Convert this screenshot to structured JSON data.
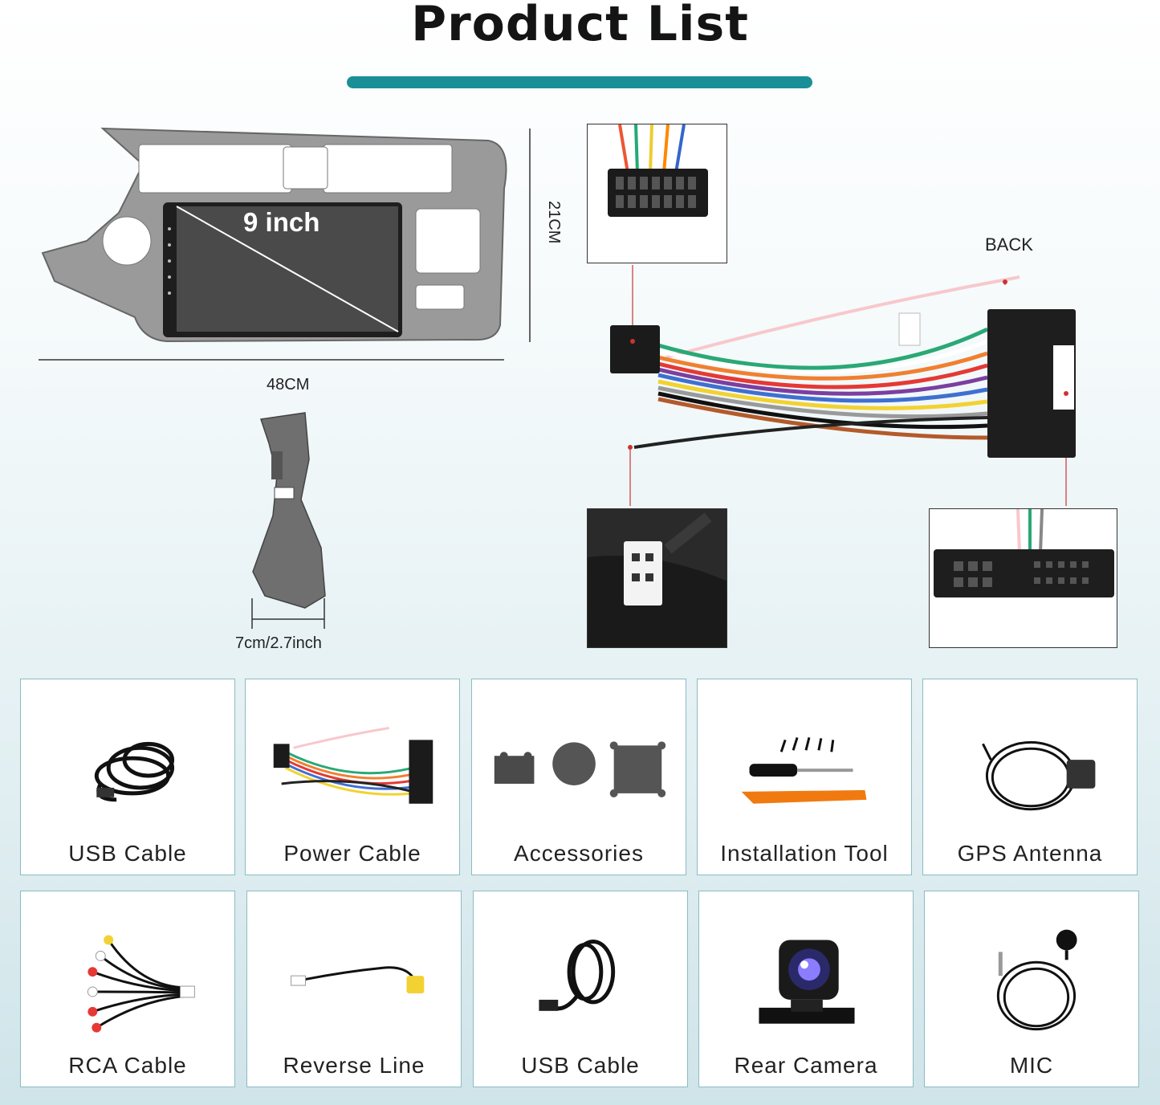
{
  "header": {
    "title": "Product List",
    "accent_color": "#1a8f98"
  },
  "head_unit": {
    "screen_label": "9 inch",
    "width_label": "48CM",
    "height_label": "21CM"
  },
  "bracket": {
    "width_label": "7cm/2.7inch"
  },
  "harness": {
    "back_label": "BACK"
  },
  "items_row1": [
    {
      "label": "USB Cable",
      "icon": "usb-cable-icon"
    },
    {
      "label": "Power Cable",
      "icon": "power-cable-icon"
    },
    {
      "label": "Accessories",
      "icon": "accessories-icon"
    },
    {
      "label": "Installation Tool",
      "icon": "installation-tool-icon"
    },
    {
      "label": "GPS Antenna",
      "icon": "gps-antenna-icon"
    }
  ],
  "items_row2": [
    {
      "label": "RCA Cable",
      "icon": "rca-cable-icon"
    },
    {
      "label": "Reverse Line",
      "icon": "reverse-line-icon"
    },
    {
      "label": "USB Cable",
      "icon": "usb-cable-icon"
    },
    {
      "label": "Rear Camera",
      "icon": "rear-camera-icon"
    },
    {
      "label": "MIC",
      "icon": "mic-icon"
    }
  ]
}
